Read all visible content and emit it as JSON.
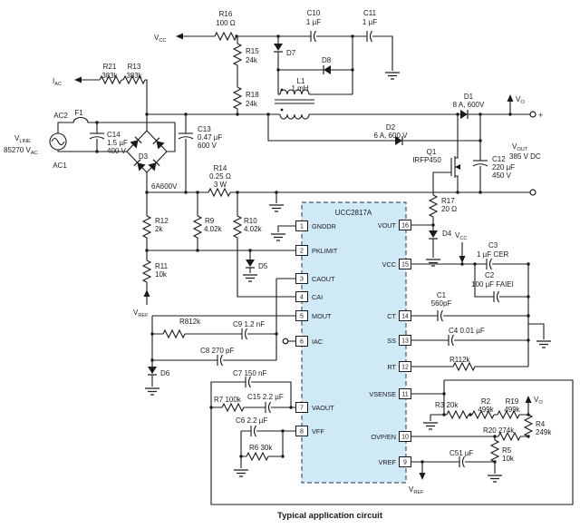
{
  "caption": "Typical application circuit",
  "ic": {
    "name": "UCC2817A",
    "left_pins": [
      {
        "n": "1",
        "label": "GNDDR"
      },
      {
        "n": "2",
        "label": "PKLIMIT"
      },
      {
        "n": "3",
        "label": "CAOUT"
      },
      {
        "n": "4",
        "label": "CAI"
      },
      {
        "n": "5",
        "label": "MOUT"
      },
      {
        "n": "6",
        "label": "IAC"
      },
      {
        "n": "7",
        "label": "VAOUT"
      },
      {
        "n": "8",
        "label": "VFF"
      }
    ],
    "right_pins": [
      {
        "n": "16",
        "label": "VOUT"
      },
      {
        "n": "15",
        "label": "VCC"
      },
      {
        "n": "14",
        "label": "CT"
      },
      {
        "n": "13",
        "label": "SS"
      },
      {
        "n": "12",
        "label": "RT"
      },
      {
        "n": "11",
        "label": "VSENSE"
      },
      {
        "n": "10",
        "label": "OVP/EN"
      },
      {
        "n": "9",
        "label": "VREF"
      }
    ]
  },
  "components": {
    "r16": {
      "ref": "R16",
      "val": "100 Ω"
    },
    "r21": {
      "ref": "R21",
      "val": "383k"
    },
    "r13": {
      "ref": "R13",
      "val": "383k"
    },
    "r15": {
      "ref": "R15",
      "val": "24k"
    },
    "r18": {
      "ref": "R18",
      "val": "24k"
    },
    "c10": {
      "ref": "C10",
      "val": "1 µF"
    },
    "c11": {
      "ref": "C11",
      "val": "1 µF"
    },
    "d7": {
      "ref": "D7"
    },
    "d8": {
      "ref": "D8"
    },
    "l1": {
      "ref": "L1",
      "val": "1 mH"
    },
    "d1": {
      "ref": "D1",
      "val": "8 A, 600V"
    },
    "d2": {
      "ref": "D2",
      "val": "6 A, 600 V"
    },
    "f1": {
      "ref": "F1"
    },
    "ac1": {
      "ref": "AC1"
    },
    "ac2": {
      "ref": "AC2"
    },
    "c14": {
      "ref": "C14",
      "val1": "1.5 µF",
      "val2": "400 V"
    },
    "d3": {
      "ref": "D3",
      "rating": "6A600V"
    },
    "c13": {
      "ref": "C13",
      "val1": "0.47 µF",
      "val2": "600 V"
    },
    "r14": {
      "ref": "R14",
      "val1": "0.25 Ω",
      "val2": "3 W"
    },
    "r12": {
      "ref": "R12",
      "val": "2k"
    },
    "r11": {
      "ref": "R11",
      "val": "10k"
    },
    "r9": {
      "ref": "R9",
      "val": "4.02k"
    },
    "r10": {
      "ref": "R10",
      "val": "4.02k"
    },
    "d5": {
      "ref": "D5"
    },
    "d6": {
      "ref": "D6"
    },
    "r8": {
      "ref": "R812k"
    },
    "c9": {
      "ref": "C9  1.2 nF"
    },
    "c8": {
      "ref": "C8  270 pF"
    },
    "c7": {
      "ref": "C7  150 nF"
    },
    "r7": {
      "ref": "R7  100k"
    },
    "c15": {
      "ref": "C15 2.2 µF"
    },
    "c6": {
      "ref": "C6 2.2 µF"
    },
    "r6": {
      "ref": "R6  30k"
    },
    "q1": {
      "ref": "Q1",
      "val": "IRFP450"
    },
    "c12": {
      "ref": "C12",
      "val1": "220 µF",
      "val2": "450 V"
    },
    "r17": {
      "ref": "R17",
      "val": "20 Ω"
    },
    "d4": {
      "ref": "D4"
    },
    "c3": {
      "ref": "C3",
      "val": "1 µF  CER"
    },
    "c2": {
      "ref": "C2",
      "val": "100 µF  FAIEI"
    },
    "c1": {
      "ref": "C1",
      "val": "560pF"
    },
    "c4": {
      "ref": "C4  0.01 µF"
    },
    "r1": {
      "ref": "R112k"
    },
    "r3": {
      "ref": "R3  20k"
    },
    "r2": {
      "ref": "R2",
      "val": "499k"
    },
    "r19": {
      "ref": "R19",
      "val": "499k"
    },
    "r4": {
      "ref": "R4",
      "val": "249k"
    },
    "r20": {
      "ref": "R20 274k"
    },
    "r5": {
      "ref": "R5",
      "val": "10k"
    },
    "c5": {
      "ref": "C51 µF"
    }
  },
  "signals": {
    "vcc_top": {
      "main": "V",
      "sub": "CC"
    },
    "vcc_mid": {
      "main": "V",
      "sub": "CC"
    },
    "iac": {
      "main": "I",
      "sub": "AC"
    },
    "vline": {
      "main": "V",
      "sub": "LINE"
    },
    "vac": {
      "main": "85270 V",
      "sub": "AC"
    },
    "vo_top": {
      "main": "V",
      "sub": "O"
    },
    "vo_right": {
      "main": "V",
      "sub": "O"
    },
    "vout": {
      "main": "V",
      "sub": "OUT",
      "val": "385 V DC"
    },
    "vref_left": {
      "main": "V",
      "sub": "REF"
    },
    "vref_bottom": {
      "main": "V",
      "sub": "REF"
    },
    "plus": "+"
  },
  "colors": {
    "ic_fill": "#cfe9f7",
    "ic_border": "#3f5d74",
    "line": "#1a1a1a"
  }
}
